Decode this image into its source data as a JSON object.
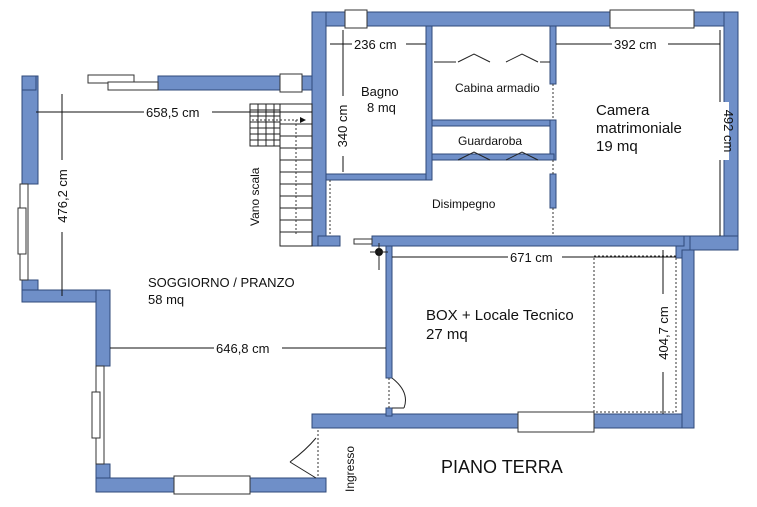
{
  "title": "PIANO TERRA",
  "rooms": {
    "bagno": {
      "name": "Bagno",
      "area": "8 mq"
    },
    "cabina": {
      "name": "Cabina armadio"
    },
    "guardaroba": {
      "name": "Guardaroba"
    },
    "disimpegno": {
      "name": "Disimpegno"
    },
    "camera": {
      "name_line1": "Camera",
      "name_line2": "matrimoniale",
      "area": "19 mq"
    },
    "soggiorno": {
      "name": "SOGGIORNO / PRANZO",
      "area": "58 mq"
    },
    "box": {
      "name": "BOX + Locale Tecnico",
      "area": "27 mq"
    },
    "vano_scala": {
      "name": "Vano scala"
    },
    "ingresso": {
      "name": "Ingresso"
    }
  },
  "dimensions": {
    "d_236": "236 cm",
    "d_392": "392 cm",
    "d_340": "340 cm",
    "d_492": "492 cm",
    "d_6585": "658,5 cm",
    "d_4762": "476,2 cm",
    "d_671": "671 cm",
    "d_4047": "404,7 cm",
    "d_6468": "646,8 cm"
  }
}
